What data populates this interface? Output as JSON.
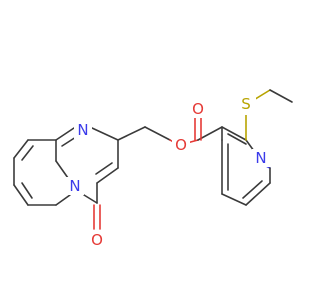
{
  "molecule": {
    "atoms": {
      "n_fused": "N",
      "n_ring": "N",
      "n_pyridine": "N",
      "o_carbonyl_left": "O",
      "o_ester_link": "O",
      "o_ester_carbonyl": "O",
      "s_thioether": "S"
    }
  },
  "colors": {
    "bond": "#3a3a3a",
    "nitrogen": "#3b3bea",
    "oxygen": "#e53935",
    "sulfur": "#b8a400",
    "background": "#ffffff"
  }
}
